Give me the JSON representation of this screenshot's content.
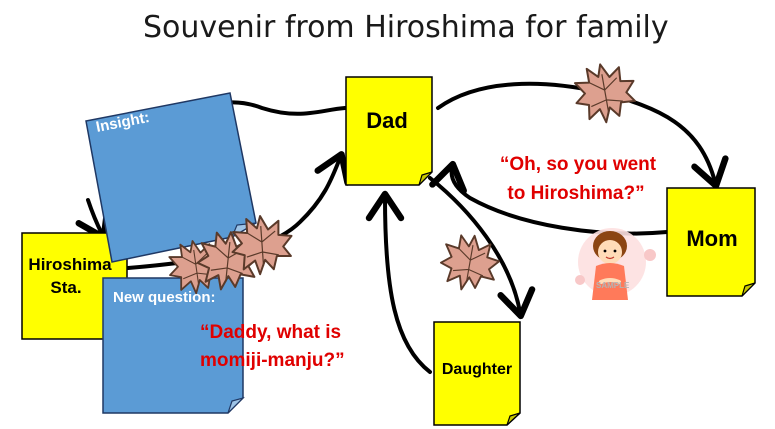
{
  "title": "Souvenir from Hiroshima for family",
  "nodes": {
    "dad": "Dad",
    "mom": "Mom",
    "station_line1": "Hiroshima",
    "station_line2": "Sta.",
    "daughter": "Daughter"
  },
  "quotes": {
    "mom_line1": "“Oh, so you went",
    "mom_line2": "to Hiroshima?”",
    "daughter_line1": "“Daddy, what is",
    "daughter_line2": "momiji-manju?”"
  },
  "cards": {
    "insight": "Insight:",
    "new_question": "New question:"
  },
  "watermark": "SAMPLE",
  "icons": [
    "maple-leaf-icon",
    "person-icon"
  ],
  "colors": {
    "sticky_yellow": "#ffff00",
    "card_blue": "#5b9bd5",
    "quote_red": "#e00000",
    "leaf_pink": "#dda08f",
    "leaf_outline": "#5a3a2a"
  }
}
